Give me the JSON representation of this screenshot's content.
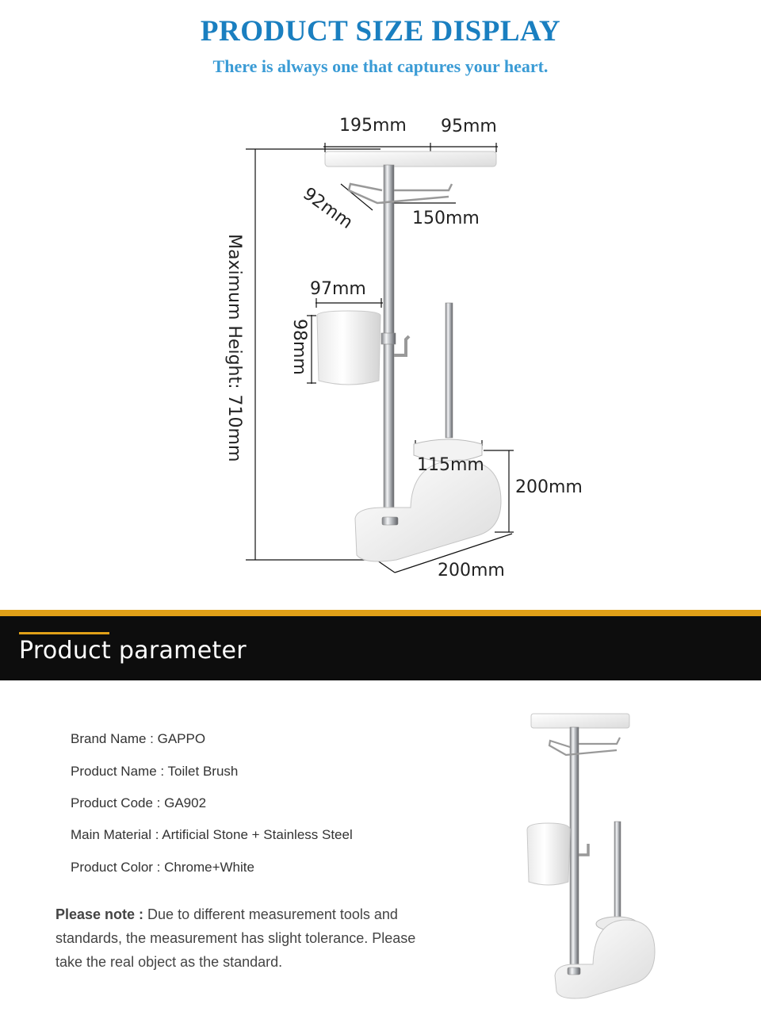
{
  "header": {
    "title": "PRODUCT SIZE DISPLAY",
    "subtitle": "There is always one that captures your heart."
  },
  "dimensions": {
    "shelf_width": "195mm",
    "shelf_depth": "95mm",
    "holder_depth": "92mm",
    "holder_width": "150mm",
    "cup_width": "97mm",
    "cup_height": "98mm",
    "max_height": "Maximum Height:  710mm",
    "brush_cup_width": "115mm",
    "base_height": "200mm",
    "base_width": "200mm"
  },
  "band": {
    "title": "Product parameter"
  },
  "parameters": [
    {
      "label": "Brand Name : ",
      "value": "GAPPO"
    },
    {
      "label": "Product Name : ",
      "value": "Toilet Brush"
    },
    {
      "label": "Product Code : ",
      "value": "GA902"
    },
    {
      "label": "Main Material : ",
      "value": "Artificial Stone + Stainless Steel"
    },
    {
      "label": "Product Color : ",
      "value": "Chrome+White"
    }
  ],
  "note": {
    "lead": "Please note : ",
    "text": "Due to different measurement tools and standards, the measurement has slight tolerance. Please take the real object as the standard."
  },
  "colors": {
    "title": "#1a7fc0",
    "subtitle": "#3a9bd5",
    "band_accent": "#e0a018",
    "band_bg": "#0d0d0d"
  }
}
